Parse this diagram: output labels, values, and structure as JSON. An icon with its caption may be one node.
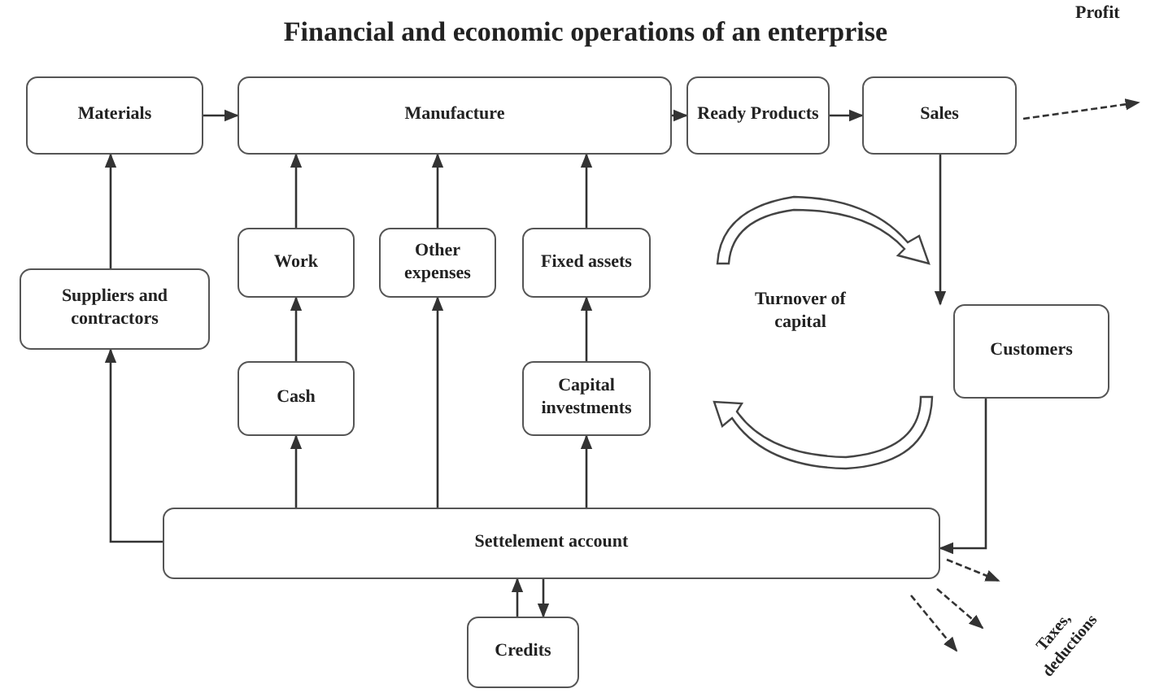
{
  "diagram": {
    "title": "Financial and economic operations of an enterprise",
    "nodes": [
      {
        "text": [
          "Materials"
        ]
      },
      {
        "text": [
          "Manufacture"
        ]
      },
      {
        "text": [
          "Ready Products"
        ]
      },
      {
        "text": [
          "Sales"
        ]
      },
      {
        "text": [
          "Work"
        ]
      },
      {
        "text": [
          "Other expenses"
        ]
      },
      {
        "text": [
          "Fixed assets"
        ]
      },
      {
        "text": [
          "Suppliers and contractors"
        ]
      },
      {
        "text": [
          "Cash"
        ]
      },
      {
        "text": [
          "Capital investments"
        ]
      },
      {
        "text": [
          "Customers"
        ]
      },
      {
        "text": [
          "Settelement account"
        ]
      },
      {
        "text": [
          "Credits"
        ]
      }
    ],
    "edges": [
      {
        "from": 0,
        "to": 1,
        "arrow": "to"
      },
      {
        "from": 1,
        "to": 2,
        "arrow": "to"
      },
      {
        "from": 2,
        "to": 3,
        "arrow": "to"
      },
      {
        "from": 3,
        "to": 10,
        "arrow": "to"
      },
      {
        "from": 10,
        "to": 11,
        "arrow": "to"
      },
      {
        "from": 7,
        "to": 0,
        "arrow": "to"
      },
      {
        "from": 11,
        "to": 7,
        "arrow": "to"
      },
      {
        "from": 11,
        "to": 8,
        "arrow": "to"
      },
      {
        "from": 8,
        "to": 4,
        "arrow": "to"
      },
      {
        "from": 4,
        "to": 1,
        "arrow": "to"
      },
      {
        "from": 11,
        "to": 5,
        "arrow": "to"
      },
      {
        "from": 5,
        "to": 1,
        "arrow": "to"
      },
      {
        "from": 11,
        "to": 9,
        "arrow": "to"
      },
      {
        "from": 9,
        "to": 6,
        "arrow": "to"
      },
      {
        "from": 6,
        "to": 1,
        "arrow": "to"
      },
      {
        "from": 12,
        "to": 11,
        "arrow": "to"
      },
      {
        "from": 11,
        "to": 12,
        "arrow": "to"
      },
      {
        "from": 3,
        "to": null,
        "arrow": "to",
        "style": "dashed",
        "label": "Profit"
      },
      {
        "from": 11,
        "to": null,
        "arrow": "to",
        "style": "dashed"
      },
      {
        "from": 11,
        "to": null,
        "arrow": "to",
        "style": "dashed"
      },
      {
        "from": 11,
        "to": null,
        "arrow": "to",
        "style": "dashed"
      }
    ],
    "labels": [
      "Turnover of capital",
      "Taxes, deductions"
    ]
  }
}
